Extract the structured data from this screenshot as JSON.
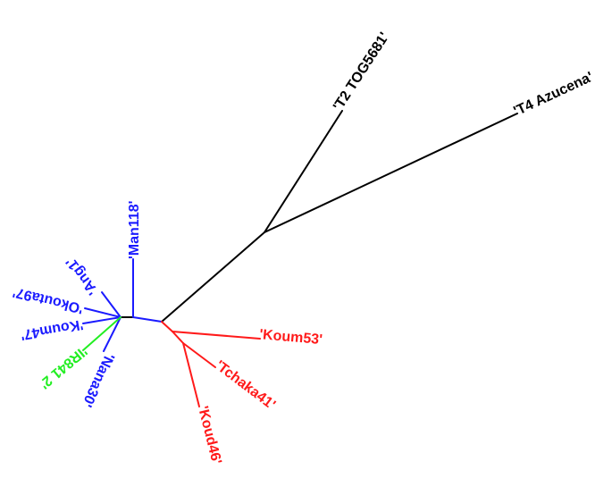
{
  "tree": {
    "colors": {
      "black": "#000000",
      "blue": "#1a1aff",
      "green": "#22ee22",
      "red": "#ff1a1a"
    },
    "leaves": [
      {
        "id": "t2",
        "label": "'T2 TOG5681'",
        "color": "black"
      },
      {
        "id": "t4",
        "label": "'T4 Azucena'",
        "color": "black"
      },
      {
        "id": "man118",
        "label": "'Man118'",
        "color": "blue"
      },
      {
        "id": "ang1",
        "label": "'Ang1'",
        "color": "blue"
      },
      {
        "id": "okouta97",
        "label": "'Okouta97'",
        "color": "blue"
      },
      {
        "id": "koum47",
        "label": "'Koum47'",
        "color": "blue"
      },
      {
        "id": "ir8412",
        "label": "'IR841 2'",
        "color": "green"
      },
      {
        "id": "nana30",
        "label": "'Nana30'",
        "color": "blue"
      },
      {
        "id": "koum53",
        "label": "'Koum53'",
        "color": "red"
      },
      {
        "id": "tchaka41",
        "label": "'Tchaka41'",
        "color": "red"
      },
      {
        "id": "koud46",
        "label": "'Koud46'",
        "color": "red"
      }
    ]
  }
}
